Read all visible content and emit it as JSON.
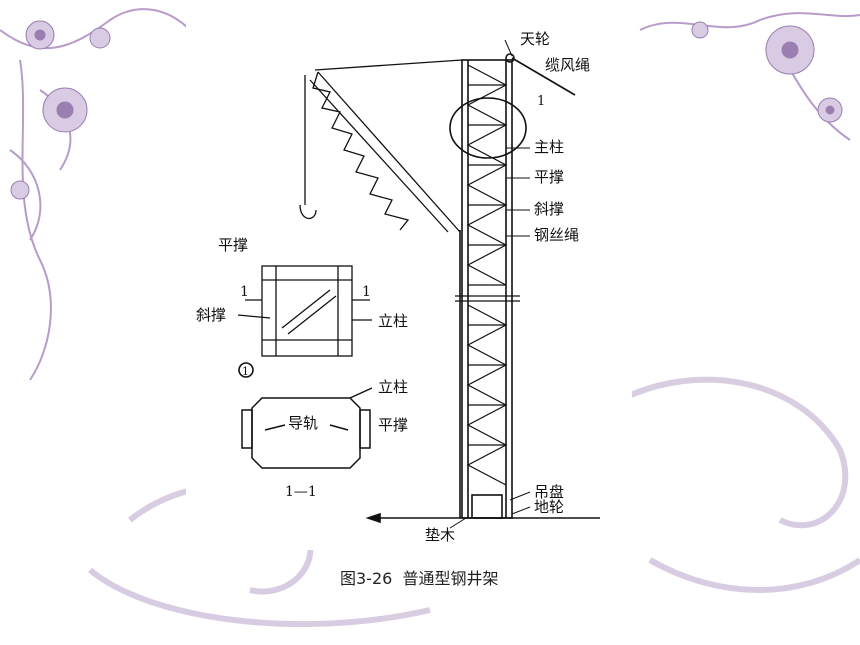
{
  "diagram": {
    "labels": {
      "top_wheel": "天轮",
      "guy_rope": "缆风绳",
      "detail_marker": "1",
      "main_column": "主柱",
      "horizontal_brace_main": "平撑",
      "diagonal_brace_main": "斜撑",
      "wire_rope": "钢丝绳",
      "hanging_cage": "吊盘",
      "ground_wheel": "地轮",
      "pad_wood": "垫木",
      "detail_horizontal_brace": "平撑",
      "section_mark_left": "1",
      "section_mark_right": "1",
      "detail_diagonal_brace": "斜撑",
      "detail_vertical_column": "立柱",
      "detail_circle_marker": "1",
      "section_vertical_column": "立柱",
      "section_guide_rail": "导轨",
      "section_horizontal_brace": "平撑",
      "section_title": "1—1"
    },
    "caption": "图3-26  普通型钢井架"
  },
  "colors": {
    "decor_purple": "#9b7fb0",
    "decor_light": "#d9cbe3",
    "line": "#111111"
  }
}
